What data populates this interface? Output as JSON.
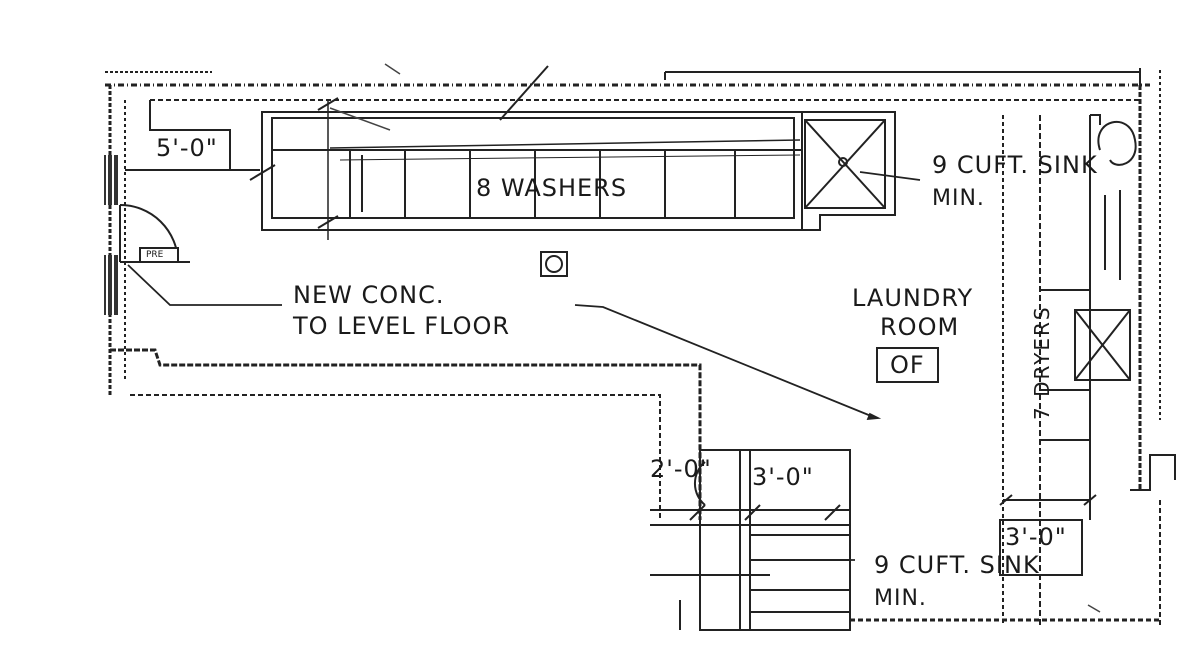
{
  "labels": {
    "dim_5ft": "5'-0\"",
    "washers": "8 WASHERS",
    "sink_top": "9 CUFT. SINK",
    "sink_top_min": "MIN.",
    "new_conc_line1": "NEW CONC.",
    "new_conc_line2": "TO LEVEL FLOOR",
    "room_line1": "LAUNDRY",
    "room_line2": "ROOM",
    "room_tag": "OF",
    "dryers": "7 DRYERS",
    "dim_2ft": "2'-0\"",
    "dim_3ft_left": "3'-0\"",
    "dim_3ft_right": "3'-0\"",
    "sink_bottom": "9 CUFT. SINK",
    "sink_bottom_min": "MIN.",
    "door_tag": "PRE"
  },
  "colors": {
    "line": "#1f1f1f",
    "hatch": "#6b6b6b",
    "background": "#ffffff"
  }
}
